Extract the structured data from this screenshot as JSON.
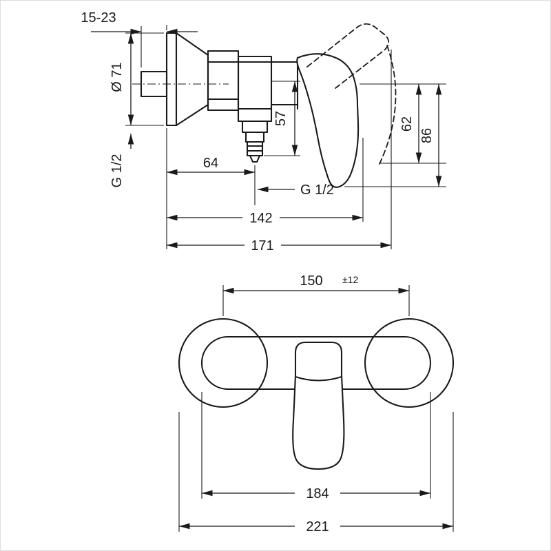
{
  "page": {
    "background": "#ffffff",
    "line_color": "#1a1a1a"
  },
  "side_view": {
    "dims": {
      "wall_distance": "15-23",
      "escutcheon_diameter": "Ø 71",
      "inlet_thread": "G 1/2",
      "outlet_drop": "57",
      "outlet_offset": "64",
      "outlet_thread": "G 1/2",
      "depth_body": "142",
      "depth_total": "171",
      "height_handle_raised": "62",
      "height_handle_total": "86"
    }
  },
  "front_view": {
    "dims": {
      "center_distance": "150",
      "center_tolerance": "±12",
      "body_width": "184",
      "total_width": "221"
    }
  }
}
